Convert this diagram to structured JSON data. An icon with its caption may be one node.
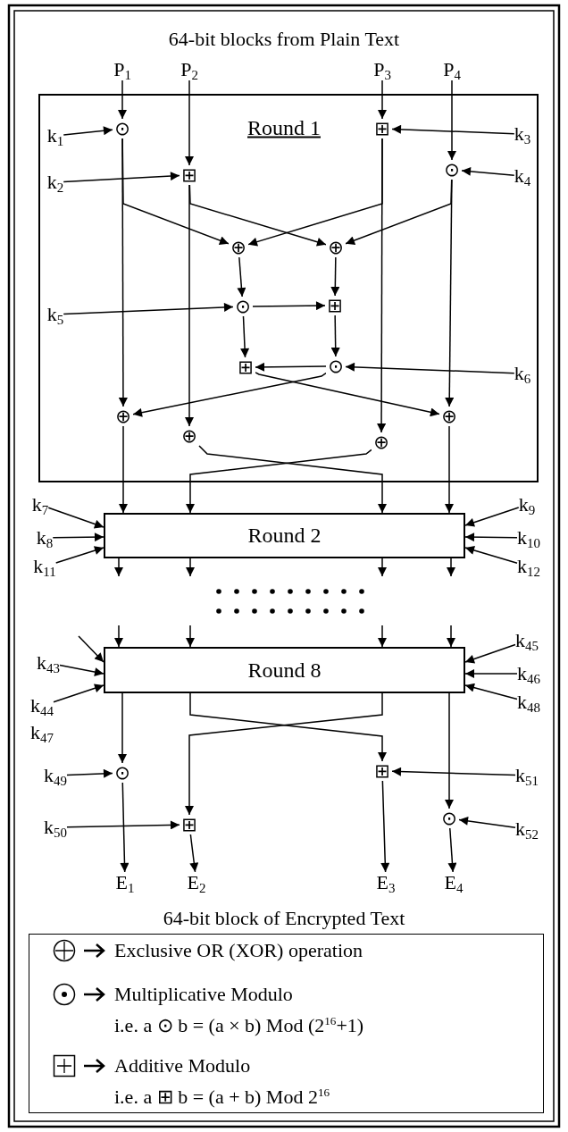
{
  "diagram": {
    "title": "64-bit blocks from Plain Text",
    "caption": "64-bit block of Encrypted Text",
    "nodes": [
      {
        "text": [
          "P$_{1}$"
        ]
      },
      {
        "text": [
          "P$_{2}$"
        ]
      },
      {
        "text": [
          "P$_{3}$"
        ]
      },
      {
        "text": [
          "P$_{4}$"
        ]
      },
      {
        "text": [
          "Round 1"
        ]
      },
      {
        "text": [
          "k$_{1}$"
        ],
        "in": 4
      },
      {
        "text": [
          "⊙"
        ],
        "in": 4
      },
      {
        "text": [
          "⊞"
        ],
        "in": 4
      },
      {
        "text": [
          "k$_{3}$"
        ],
        "in": 4
      },
      {
        "text": [
          "k$_{2}$"
        ],
        "in": 4
      },
      {
        "text": [
          "⊞"
        ],
        "in": 4
      },
      {
        "text": [
          "⊙"
        ],
        "in": 4
      },
      {
        "text": [
          "k$_{4}$"
        ],
        "in": 4
      },
      {
        "text": [
          "⊕"
        ],
        "in": 4
      },
      {
        "text": [
          "⊕"
        ],
        "in": 4
      },
      {
        "text": [
          "k$_{5}$"
        ],
        "in": 4
      },
      {
        "text": [
          "⊙"
        ],
        "in": 4
      },
      {
        "text": [
          "⊞"
        ],
        "in": 4
      },
      {
        "text": [
          "⊞"
        ],
        "in": 4
      },
      {
        "text": [
          "⊙"
        ],
        "in": 4
      },
      {
        "text": [
          "k$_{6}$"
        ],
        "in": 4
      },
      {
        "text": [
          "⊕"
        ],
        "in": 4
      },
      {
        "text": [
          "⊕"
        ],
        "in": 4
      },
      {
        "text": [
          "⊕"
        ],
        "in": 4
      },
      {
        "text": [
          "⊕"
        ],
        "in": 4
      },
      {
        "text": [
          "Round 2"
        ]
      },
      {
        "text": [
          "k$_{7}$"
        ]
      },
      {
        "text": [
          "k$_{8}$"
        ]
      },
      {
        "text": [
          "k$_{11}$"
        ]
      },
      {
        "text": [
          "k$_{9}$"
        ]
      },
      {
        "text": [
          "k$_{10}$"
        ]
      },
      {
        "text": [
          "k$_{12}$"
        ]
      },
      {
        "text": [
          "Round 8"
        ]
      },
      {
        "text": [
          "k$_{43}$"
        ]
      },
      {
        "text": [
          "k$_{44}$"
        ]
      },
      {
        "text": [
          "k$_{45}$"
        ]
      },
      {
        "text": [
          "k$_{46}$"
        ]
      },
      {
        "text": [
          "k$_{48}$"
        ]
      },
      {
        "text": [
          "k$_{49}$"
        ]
      },
      {
        "text": [
          "⊙"
        ]
      },
      {
        "text": [
          "⊞"
        ]
      },
      {
        "text": [
          "k$_{51}$"
        ]
      },
      {
        "text": [
          "k$_{50}$"
        ]
      },
      {
        "text": [
          "⊞"
        ]
      },
      {
        "text": [
          "⊙"
        ]
      },
      {
        "text": [
          "k$_{52}$"
        ]
      },
      {
        "text": [
          "E$_{1}$"
        ]
      },
      {
        "text": [
          "E$_{2}$"
        ]
      },
      {
        "text": [
          "E$_{3}$"
        ]
      },
      {
        "text": [
          "E$_{4}$"
        ]
      }
    ],
    "edges": [
      {
        "from": 0,
        "to": 6,
        "arrow": "to"
      },
      {
        "from": 1,
        "to": 10,
        "arrow": "to"
      },
      {
        "from": 2,
        "to": 7,
        "arrow": "to"
      },
      {
        "from": 3,
        "to": 11,
        "arrow": "to"
      },
      {
        "from": 5,
        "to": 6,
        "arrow": "to"
      },
      {
        "from": 8,
        "to": 7,
        "arrow": "to"
      },
      {
        "from": 9,
        "to": 10,
        "arrow": "to"
      },
      {
        "from": 12,
        "to": 11,
        "arrow": "to"
      },
      {
        "from": 6,
        "to": 13,
        "arrow": "to"
      },
      {
        "from": 6,
        "to": 21,
        "arrow": "to"
      },
      {
        "from": 10,
        "to": 14,
        "arrow": "to"
      },
      {
        "from": 10,
        "to": 23,
        "arrow": "to"
      },
      {
        "from": 7,
        "to": 13,
        "arrow": "to"
      },
      {
        "from": 7,
        "to": 24,
        "arrow": "to"
      },
      {
        "from": 11,
        "to": 14,
        "arrow": "to"
      },
      {
        "from": 11,
        "to": 22,
        "arrow": "to"
      },
      {
        "from": 13,
        "to": 16,
        "arrow": "to"
      },
      {
        "from": 14,
        "to": 17,
        "arrow": "to"
      },
      {
        "from": 15,
        "to": 16,
        "arrow": "to"
      },
      {
        "from": 16,
        "to": 17,
        "arrow": "to"
      },
      {
        "from": 16,
        "to": 18,
        "arrow": "to"
      },
      {
        "from": 17,
        "to": 19,
        "arrow": "to"
      },
      {
        "from": 20,
        "to": 19,
        "arrow": "to"
      },
      {
        "from": 19,
        "to": 18,
        "arrow": "to"
      },
      {
        "from": 19,
        "to": 21,
        "arrow": "to"
      },
      {
        "from": 18,
        "to": 22,
        "arrow": "to"
      },
      {
        "from": 21,
        "to": 25,
        "arrow": "to"
      },
      {
        "from": 22,
        "to": 25,
        "arrow": "to"
      },
      {
        "from": 23,
        "to": 25,
        "arrow": "to"
      },
      {
        "from": 24,
        "to": 25,
        "arrow": "to"
      },
      {
        "from": 26,
        "to": 25,
        "arrow": "to"
      },
      {
        "from": 27,
        "to": 25,
        "arrow": "to"
      },
      {
        "from": 28,
        "to": 25,
        "arrow": "to"
      },
      {
        "from": 29,
        "to": 25,
        "arrow": "to"
      },
      {
        "from": 30,
        "to": 25,
        "arrow": "to"
      },
      {
        "from": 31,
        "to": 25,
        "arrow": "to"
      },
      {
        "from": 25,
        "to": null,
        "arrow": "to"
      },
      {
        "from": 25,
        "to": null,
        "arrow": "to"
      },
      {
        "from": 25,
        "to": null,
        "arrow": "to"
      },
      {
        "from": 25,
        "to": null,
        "arrow": "to"
      },
      {
        "from": null,
        "to": 32,
        "arrow": "to"
      },
      {
        "from": null,
        "to": 32,
        "arrow": "to"
      },
      {
        "from": null,
        "to": 32,
        "arrow": "to"
      },
      {
        "from": null,
        "to": 32,
        "arrow": "to"
      },
      {
        "from": 33,
        "to": 32,
        "arrow": "to"
      },
      {
        "from": null,
        "to": 32,
        "arrow": "to"
      },
      {
        "from": 34,
        "to": 32,
        "arrow": "to"
      },
      {
        "from": 35,
        "to": 32,
        "arrow": "to"
      },
      {
        "from": 36,
        "to": 32,
        "arrow": "to"
      },
      {
        "from": 37,
        "to": 32,
        "arrow": "to"
      },
      {
        "from": 32,
        "to": 39,
        "arrow": "to"
      },
      {
        "from": 32,
        "to": 40,
        "arrow": "to"
      },
      {
        "from": 32,
        "to": 43,
        "arrow": "to"
      },
      {
        "from": 32,
        "to": 44,
        "arrow": "to"
      },
      {
        "from": 38,
        "to": 39,
        "arrow": "to"
      },
      {
        "from": 41,
        "to": 40,
        "arrow": "to"
      },
      {
        "from": 42,
        "to": 43,
        "arrow": "to"
      },
      {
        "from": 45,
        "to": 44,
        "arrow": "to"
      },
      {
        "from": 39,
        "to": 46,
        "arrow": "to"
      },
      {
        "from": 43,
        "to": 47,
        "arrow": "to"
      },
      {
        "from": 40,
        "to": 48,
        "arrow": "to"
      },
      {
        "from": 44,
        "to": 49,
        "arrow": "to"
      }
    ],
    "labels": [
      "k$_{47}$",
      "i.e. a ⊙ b = (a × b) Mod (2$^{16}$+1)",
      "i.e. a ⊞ b = (a + b) Mod 2$^{16}$"
    ],
    "legend": [
      {
        "text": "Exclusive OR (XOR) operation"
      },
      {
        "text": "Multiplicative Modulo"
      },
      {
        "text": "Additive Modulo"
      }
    ]
  }
}
